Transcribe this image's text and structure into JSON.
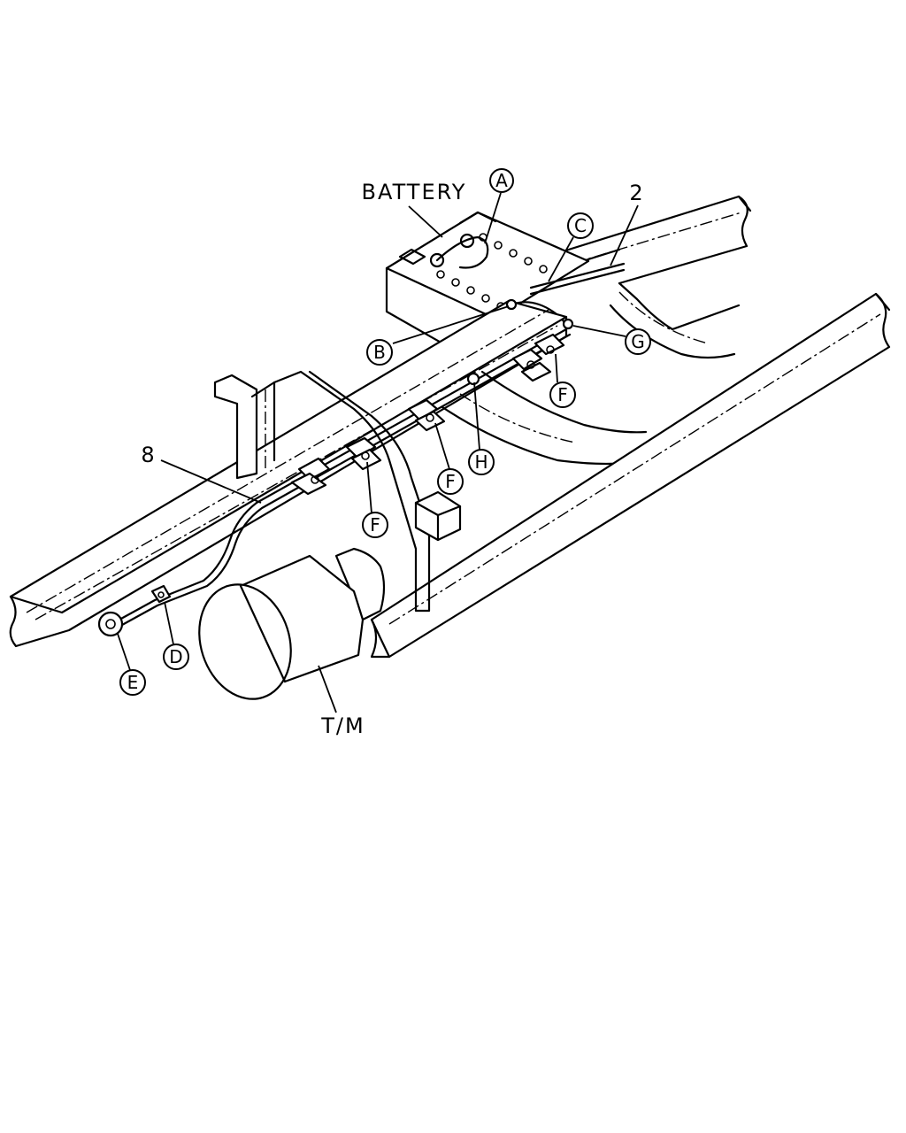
{
  "diagram": {
    "labels": {
      "battery": "BATTERY",
      "transmission": "T/M",
      "part_2": "2",
      "part_8": "8"
    },
    "callouts": {
      "a": "A",
      "b": "B",
      "c": "C",
      "d": "D",
      "e": "E",
      "f1": "F",
      "f2": "F",
      "f3": "F",
      "g": "G",
      "h": "H"
    }
  }
}
